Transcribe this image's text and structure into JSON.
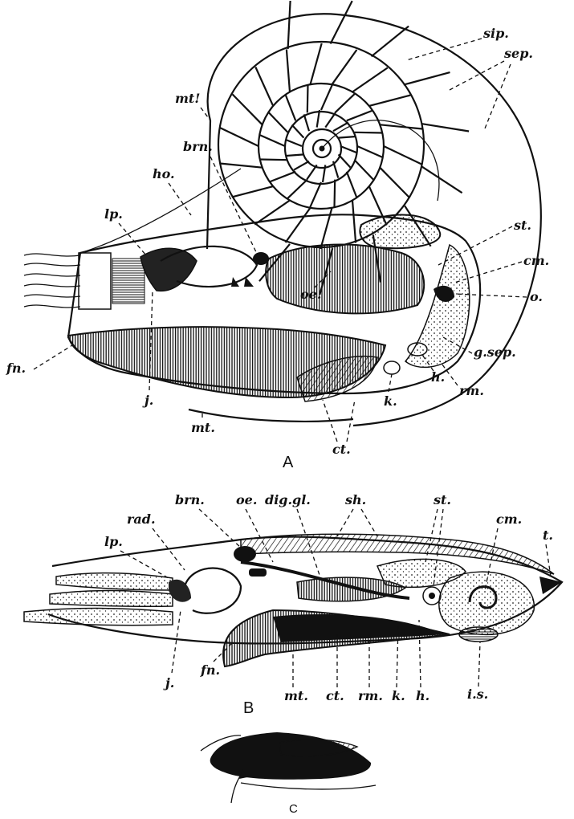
{
  "figure_a": {
    "caption": "A",
    "labels": {
      "sip": "sip.",
      "sep": "sep.",
      "mt_prime": "mt!",
      "brn": "brn.",
      "ho": "ho.",
      "lp": "lp.",
      "st": "st.",
      "cm": "cm.",
      "o": "o.",
      "oe": "oe.",
      "fn": "fn.",
      "g_sep": "g.sep.",
      "h": "h.",
      "rm": "rm.",
      "j": "j.",
      "k": "k.",
      "mt": "mt.",
      "ct": "ct."
    }
  },
  "figure_b": {
    "caption": "B",
    "labels": {
      "brn": "brn.",
      "oe": "oe.",
      "dig_gl": "dig.gl.",
      "sh": "sh.",
      "st": "st.",
      "rad": "rad.",
      "cm": "cm.",
      "t": "t.",
      "lp": "lp.",
      "j": "j.",
      "fn": "fn.",
      "mt": "mt.",
      "ct": "ct.",
      "rm": "rm.",
      "k": "k.",
      "h": "h.",
      "is": "i.s."
    }
  },
  "figure_c": {
    "caption": "C"
  }
}
